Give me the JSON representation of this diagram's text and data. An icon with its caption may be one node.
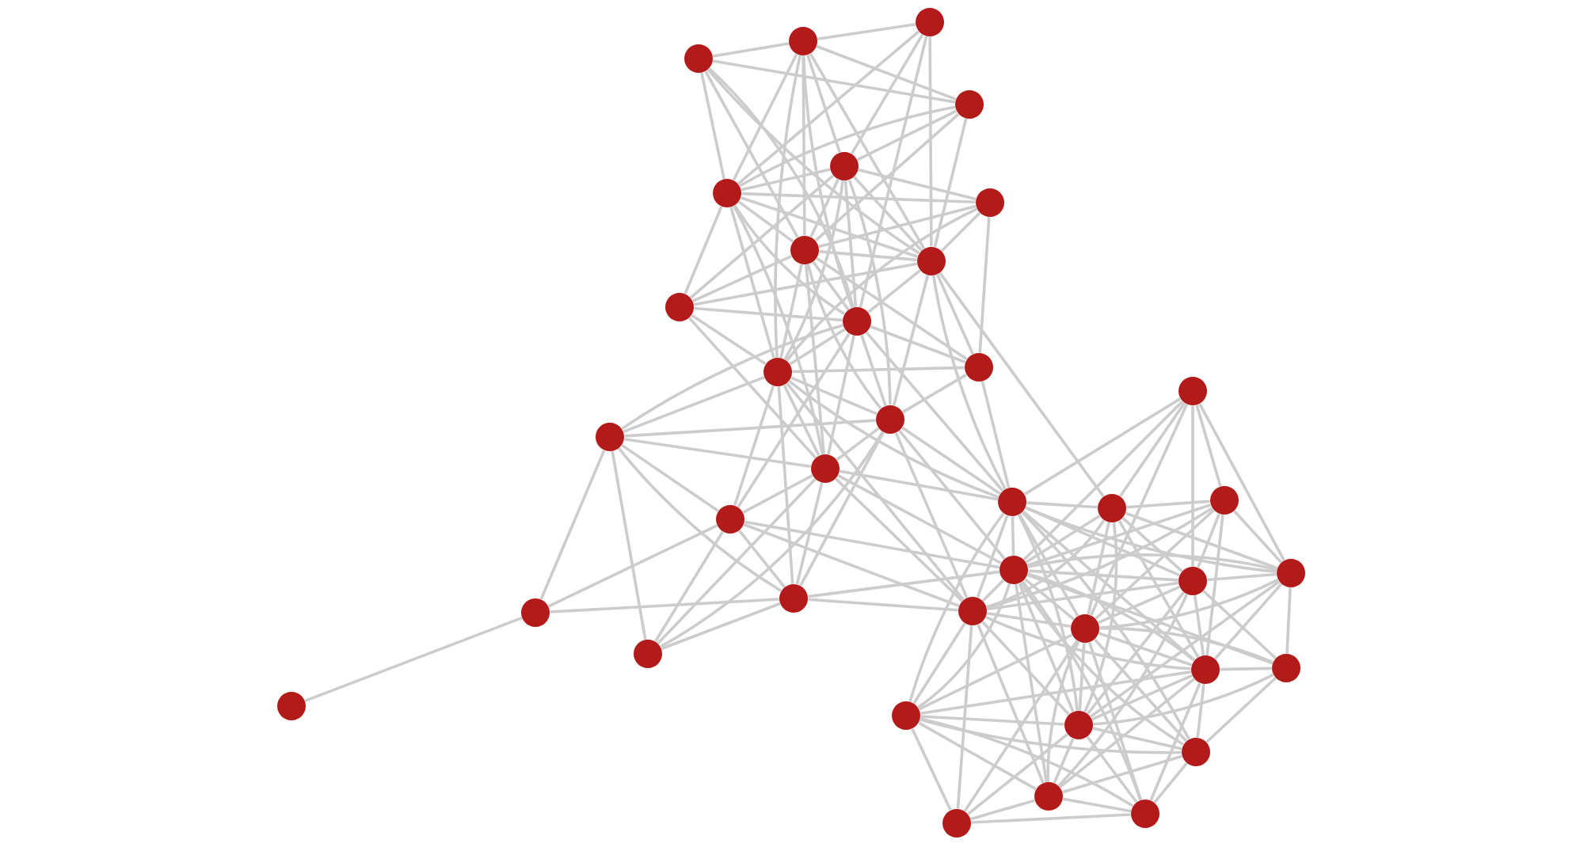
{
  "diagram": {
    "nodes": [
      {
        "text": [],
        "shape": "circle"
      },
      {
        "text": [],
        "shape": "circle"
      },
      {
        "text": [],
        "shape": "circle"
      },
      {
        "text": [],
        "shape": "circle"
      },
      {
        "text": [],
        "shape": "circle"
      },
      {
        "text": [],
        "shape": "circle"
      },
      {
        "text": [],
        "shape": "circle"
      },
      {
        "text": [],
        "shape": "circle"
      },
      {
        "text": [],
        "shape": "circle"
      },
      {
        "text": [],
        "shape": "circle"
      },
      {
        "text": [],
        "shape": "circle"
      },
      {
        "text": [],
        "shape": "circle"
      },
      {
        "text": [],
        "shape": "circle"
      },
      {
        "text": [],
        "shape": "circle"
      },
      {
        "text": [],
        "shape": "circle"
      },
      {
        "text": [],
        "shape": "circle"
      },
      {
        "text": [],
        "shape": "circle"
      },
      {
        "text": [],
        "shape": "circle"
      },
      {
        "text": [],
        "shape": "circle"
      },
      {
        "text": [],
        "shape": "circle"
      },
      {
        "text": [],
        "shape": "circle"
      },
      {
        "text": [],
        "shape": "circle"
      },
      {
        "text": [],
        "shape": "circle"
      },
      {
        "text": [],
        "shape": "circle"
      },
      {
        "text": [],
        "shape": "circle"
      },
      {
        "text": [],
        "shape": "circle"
      },
      {
        "text": [],
        "shape": "circle"
      },
      {
        "text": [],
        "shape": "circle"
      },
      {
        "text": [],
        "shape": "circle"
      },
      {
        "text": [],
        "shape": "circle"
      },
      {
        "text": [],
        "shape": "circle"
      },
      {
        "text": [],
        "shape": "circle"
      },
      {
        "text": [],
        "shape": "circle"
      },
      {
        "text": [],
        "shape": "circle"
      },
      {
        "text": [],
        "shape": "circle"
      },
      {
        "text": [],
        "shape": "circle"
      },
      {
        "text": [],
        "shape": "circle"
      },
      {
        "text": [],
        "shape": "circle"
      }
    ],
    "edges": [
      {
        "from": 0,
        "to": 1,
        "arrow": "none"
      },
      {
        "from": 0,
        "to": 4,
        "arrow": "none"
      },
      {
        "from": 0,
        "to": 5,
        "arrow": "none"
      },
      {
        "from": 0,
        "to": 8,
        "arrow": "none"
      },
      {
        "from": 0,
        "to": 10,
        "arrow": "none"
      },
      {
        "from": 1,
        "to": 2,
        "arrow": "none"
      },
      {
        "from": 1,
        "to": 3,
        "arrow": "none"
      },
      {
        "from": 1,
        "to": 4,
        "arrow": "none"
      },
      {
        "from": 1,
        "to": 5,
        "arrow": "none"
      },
      {
        "from": 1,
        "to": 7,
        "arrow": "none"
      },
      {
        "from": 1,
        "to": 8,
        "arrow": "none"
      },
      {
        "from": 1,
        "to": 10,
        "arrow": "none"
      },
      {
        "from": 1,
        "to": 12,
        "arrow": "none"
      },
      {
        "from": 2,
        "to": 3,
        "arrow": "none"
      },
      {
        "from": 2,
        "to": 5,
        "arrow": "none"
      },
      {
        "from": 2,
        "to": 7,
        "arrow": "none"
      },
      {
        "from": 2,
        "to": 8,
        "arrow": "none"
      },
      {
        "from": 2,
        "to": 10,
        "arrow": "none"
      },
      {
        "from": 3,
        "to": 4,
        "arrow": "none"
      },
      {
        "from": 3,
        "to": 5,
        "arrow": "none"
      },
      {
        "from": 3,
        "to": 7,
        "arrow": "none"
      },
      {
        "from": 3,
        "to": 8,
        "arrow": "none"
      },
      {
        "from": 4,
        "to": 5,
        "arrow": "none"
      },
      {
        "from": 4,
        "to": 6,
        "arrow": "none"
      },
      {
        "from": 4,
        "to": 7,
        "arrow": "none"
      },
      {
        "from": 4,
        "to": 8,
        "arrow": "none"
      },
      {
        "from": 4,
        "to": 9,
        "arrow": "none"
      },
      {
        "from": 4,
        "to": 10,
        "arrow": "none"
      },
      {
        "from": 4,
        "to": 12,
        "arrow": "none"
      },
      {
        "from": 4,
        "to": 14,
        "arrow": "none"
      },
      {
        "from": 5,
        "to": 6,
        "arrow": "none"
      },
      {
        "from": 5,
        "to": 7,
        "arrow": "none"
      },
      {
        "from": 5,
        "to": 8,
        "arrow": "none"
      },
      {
        "from": 5,
        "to": 9,
        "arrow": "none"
      },
      {
        "from": 5,
        "to": 10,
        "arrow": "none"
      },
      {
        "from": 5,
        "to": 12,
        "arrow": "none"
      },
      {
        "from": 5,
        "to": 16,
        "arrow": "none"
      },
      {
        "from": 6,
        "to": 7,
        "arrow": "none"
      },
      {
        "from": 6,
        "to": 8,
        "arrow": "none"
      },
      {
        "from": 6,
        "to": 11,
        "arrow": "none"
      },
      {
        "from": 6,
        "to": 12,
        "arrow": "none"
      },
      {
        "from": 7,
        "to": 8,
        "arrow": "none"
      },
      {
        "from": 7,
        "to": 9,
        "arrow": "none"
      },
      {
        "from": 7,
        "to": 10,
        "arrow": "none"
      },
      {
        "from": 7,
        "to": 11,
        "arrow": "none"
      },
      {
        "from": 7,
        "to": 12,
        "arrow": "none"
      },
      {
        "from": 7,
        "to": 14,
        "arrow": "none"
      },
      {
        "from": 7,
        "to": 16,
        "arrow": "none"
      },
      {
        "from": 8,
        "to": 9,
        "arrow": "none"
      },
      {
        "from": 8,
        "to": 10,
        "arrow": "none"
      },
      {
        "from": 8,
        "to": 11,
        "arrow": "none"
      },
      {
        "from": 8,
        "to": 14,
        "arrow": "none"
      },
      {
        "from": 8,
        "to": 18,
        "arrow": "none"
      },
      {
        "from": 8,
        "to": 19,
        "arrow": "none"
      },
      {
        "from": 9,
        "to": 10,
        "arrow": "none"
      },
      {
        "from": 9,
        "to": 12,
        "arrow": "none"
      },
      {
        "from": 9,
        "to": 16,
        "arrow": "none"
      },
      {
        "from": 10,
        "to": 11,
        "arrow": "none"
      },
      {
        "from": 10,
        "to": 12,
        "arrow": "none"
      },
      {
        "from": 10,
        "to": 14,
        "arrow": "none"
      },
      {
        "from": 10,
        "to": 15,
        "arrow": "none"
      },
      {
        "from": 10,
        "to": 16,
        "arrow": "none"
      },
      {
        "from": 10,
        "to": 18,
        "arrow": "none"
      },
      {
        "from": 10,
        "to": 20,
        "arrow": "none"
      },
      {
        "from": 11,
        "to": 12,
        "arrow": "none"
      },
      {
        "from": 11,
        "to": 14,
        "arrow": "none"
      },
      {
        "from": 11,
        "to": 18,
        "arrow": "none"
      },
      {
        "from": 12,
        "to": 14,
        "arrow": "none"
      },
      {
        "from": 12,
        "to": 15,
        "arrow": "none"
      },
      {
        "from": 12,
        "to": 16,
        "arrow": "none"
      },
      {
        "from": 12,
        "to": 18,
        "arrow": "none"
      },
      {
        "from": 12,
        "to": 20,
        "arrow": "none"
      },
      {
        "from": 12,
        "to": 24,
        "arrow": "none"
      },
      {
        "from": 12,
        "to": 25,
        "arrow": "none"
      },
      {
        "from": 13,
        "to": 17,
        "arrow": "none"
      },
      {
        "from": 13,
        "to": 18,
        "arrow": "none"
      },
      {
        "from": 13,
        "to": 19,
        "arrow": "none"
      },
      {
        "from": 13,
        "to": 21,
        "arrow": "none"
      },
      {
        "from": 13,
        "to": 22,
        "arrow": "none"
      },
      {
        "from": 13,
        "to": 23,
        "arrow": "none"
      },
      {
        "from": 13,
        "to": 27,
        "arrow": "none"
      },
      {
        "from": 14,
        "to": 15,
        "arrow": "none"
      },
      {
        "from": 14,
        "to": 16,
        "arrow": "none"
      },
      {
        "from": 14,
        "to": 18,
        "arrow": "none"
      },
      {
        "from": 14,
        "to": 21,
        "arrow": "none"
      },
      {
        "from": 14,
        "to": 24,
        "arrow": "none"
      },
      {
        "from": 14,
        "to": 25,
        "arrow": "none"
      },
      {
        "from": 14,
        "to": 28,
        "arrow": "none"
      },
      {
        "from": 15,
        "to": 16,
        "arrow": "none"
      },
      {
        "from": 15,
        "to": 20,
        "arrow": "none"
      },
      {
        "from": 15,
        "to": 24,
        "arrow": "none"
      },
      {
        "from": 15,
        "to": 26,
        "arrow": "none"
      },
      {
        "from": 15,
        "to": 28,
        "arrow": "none"
      },
      {
        "from": 16,
        "to": 18,
        "arrow": "none"
      },
      {
        "from": 16,
        "to": 20,
        "arrow": "none"
      },
      {
        "from": 16,
        "to": 21,
        "arrow": "none"
      },
      {
        "from": 16,
        "to": 24,
        "arrow": "none"
      },
      {
        "from": 16,
        "to": 25,
        "arrow": "none"
      },
      {
        "from": 16,
        "to": 28,
        "arrow": "none"
      },
      {
        "from": 17,
        "to": 19,
        "arrow": "none"
      },
      {
        "from": 17,
        "to": 21,
        "arrow": "none"
      },
      {
        "from": 17,
        "to": 22,
        "arrow": "none"
      },
      {
        "from": 17,
        "to": 23,
        "arrow": "none"
      },
      {
        "from": 17,
        "to": 25,
        "arrow": "none"
      },
      {
        "from": 17,
        "to": 27,
        "arrow": "none"
      },
      {
        "from": 17,
        "to": 30,
        "arrow": "none"
      },
      {
        "from": 18,
        "to": 19,
        "arrow": "none"
      },
      {
        "from": 18,
        "to": 21,
        "arrow": "none"
      },
      {
        "from": 18,
        "to": 22,
        "arrow": "none"
      },
      {
        "from": 18,
        "to": 23,
        "arrow": "none"
      },
      {
        "from": 18,
        "to": 25,
        "arrow": "none"
      },
      {
        "from": 18,
        "to": 27,
        "arrow": "none"
      },
      {
        "from": 18,
        "to": 30,
        "arrow": "none"
      },
      {
        "from": 18,
        "to": 32,
        "arrow": "none"
      },
      {
        "from": 18,
        "to": 33,
        "arrow": "none"
      },
      {
        "from": 18,
        "to": 34,
        "arrow": "none"
      },
      {
        "from": 19,
        "to": 21,
        "arrow": "none"
      },
      {
        "from": 19,
        "to": 22,
        "arrow": "none"
      },
      {
        "from": 19,
        "to": 23,
        "arrow": "none"
      },
      {
        "from": 19,
        "to": 25,
        "arrow": "none"
      },
      {
        "from": 19,
        "to": 27,
        "arrow": "none"
      },
      {
        "from": 19,
        "to": 30,
        "arrow": "none"
      },
      {
        "from": 19,
        "to": 33,
        "arrow": "none"
      },
      {
        "from": 20,
        "to": 21,
        "arrow": "none"
      },
      {
        "from": 20,
        "to": 24,
        "arrow": "none"
      },
      {
        "from": 20,
        "to": 25,
        "arrow": "none"
      },
      {
        "from": 20,
        "to": 26,
        "arrow": "none"
      },
      {
        "from": 20,
        "to": 28,
        "arrow": "none"
      },
      {
        "from": 21,
        "to": 22,
        "arrow": "none"
      },
      {
        "from": 21,
        "to": 23,
        "arrow": "none"
      },
      {
        "from": 21,
        "to": 24,
        "arrow": "none"
      },
      {
        "from": 21,
        "to": 25,
        "arrow": "none"
      },
      {
        "from": 21,
        "to": 27,
        "arrow": "none"
      },
      {
        "from": 21,
        "to": 29,
        "arrow": "none"
      },
      {
        "from": 21,
        "to": 30,
        "arrow": "none"
      },
      {
        "from": 21,
        "to": 32,
        "arrow": "none"
      },
      {
        "from": 21,
        "to": 33,
        "arrow": "none"
      },
      {
        "from": 21,
        "to": 34,
        "arrow": "none"
      },
      {
        "from": 21,
        "to": 35,
        "arrow": "none"
      },
      {
        "from": 21,
        "to": 36,
        "arrow": "none"
      },
      {
        "from": 22,
        "to": 23,
        "arrow": "none"
      },
      {
        "from": 22,
        "to": 27,
        "arrow": "none"
      },
      {
        "from": 22,
        "to": 29,
        "arrow": "none"
      },
      {
        "from": 22,
        "to": 30,
        "arrow": "none"
      },
      {
        "from": 22,
        "to": 33,
        "arrow": "none"
      },
      {
        "from": 23,
        "to": 25,
        "arrow": "none"
      },
      {
        "from": 23,
        "to": 27,
        "arrow": "none"
      },
      {
        "from": 23,
        "to": 29,
        "arrow": "none"
      },
      {
        "from": 23,
        "to": 30,
        "arrow": "none"
      },
      {
        "from": 23,
        "to": 33,
        "arrow": "none"
      },
      {
        "from": 23,
        "to": 35,
        "arrow": "none"
      },
      {
        "from": 24,
        "to": 25,
        "arrow": "none"
      },
      {
        "from": 24,
        "to": 26,
        "arrow": "none"
      },
      {
        "from": 24,
        "to": 28,
        "arrow": "none"
      },
      {
        "from": 25,
        "to": 27,
        "arrow": "none"
      },
      {
        "from": 25,
        "to": 30,
        "arrow": "none"
      },
      {
        "from": 25,
        "to": 32,
        "arrow": "none"
      },
      {
        "from": 25,
        "to": 33,
        "arrow": "none"
      },
      {
        "from": 25,
        "to": 35,
        "arrow": "none"
      },
      {
        "from": 25,
        "to": 37,
        "arrow": "none"
      },
      {
        "from": 26,
        "to": 31,
        "arrow": "none"
      },
      {
        "from": 27,
        "to": 29,
        "arrow": "none"
      },
      {
        "from": 27,
        "to": 30,
        "arrow": "none"
      },
      {
        "from": 27,
        "to": 32,
        "arrow": "none"
      },
      {
        "from": 27,
        "to": 33,
        "arrow": "none"
      },
      {
        "from": 27,
        "to": 34,
        "arrow": "none"
      },
      {
        "from": 27,
        "to": 35,
        "arrow": "none"
      },
      {
        "from": 27,
        "to": 36,
        "arrow": "none"
      },
      {
        "from": 27,
        "to": 37,
        "arrow": "none"
      },
      {
        "from": 29,
        "to": 30,
        "arrow": "none"
      },
      {
        "from": 29,
        "to": 33,
        "arrow": "none"
      },
      {
        "from": 29,
        "to": 34,
        "arrow": "none"
      },
      {
        "from": 30,
        "to": 32,
        "arrow": "none"
      },
      {
        "from": 30,
        "to": 33,
        "arrow": "none"
      },
      {
        "from": 30,
        "to": 34,
        "arrow": "none"
      },
      {
        "from": 30,
        "to": 35,
        "arrow": "none"
      },
      {
        "from": 30,
        "to": 36,
        "arrow": "none"
      },
      {
        "from": 32,
        "to": 33,
        "arrow": "none"
      },
      {
        "from": 32,
        "to": 34,
        "arrow": "none"
      },
      {
        "from": 32,
        "to": 35,
        "arrow": "none"
      },
      {
        "from": 32,
        "to": 36,
        "arrow": "none"
      },
      {
        "from": 32,
        "to": 37,
        "arrow": "none"
      },
      {
        "from": 33,
        "to": 34,
        "arrow": "none"
      },
      {
        "from": 33,
        "to": 35,
        "arrow": "none"
      },
      {
        "from": 33,
        "to": 36,
        "arrow": "none"
      },
      {
        "from": 33,
        "to": 37,
        "arrow": "none"
      },
      {
        "from": 34,
        "to": 35,
        "arrow": "none"
      },
      {
        "from": 34,
        "to": 36,
        "arrow": "none"
      },
      {
        "from": 35,
        "to": 36,
        "arrow": "none"
      },
      {
        "from": 35,
        "to": 37,
        "arrow": "none"
      },
      {
        "from": 36,
        "to": 37,
        "arrow": "none"
      }
    ]
  }
}
